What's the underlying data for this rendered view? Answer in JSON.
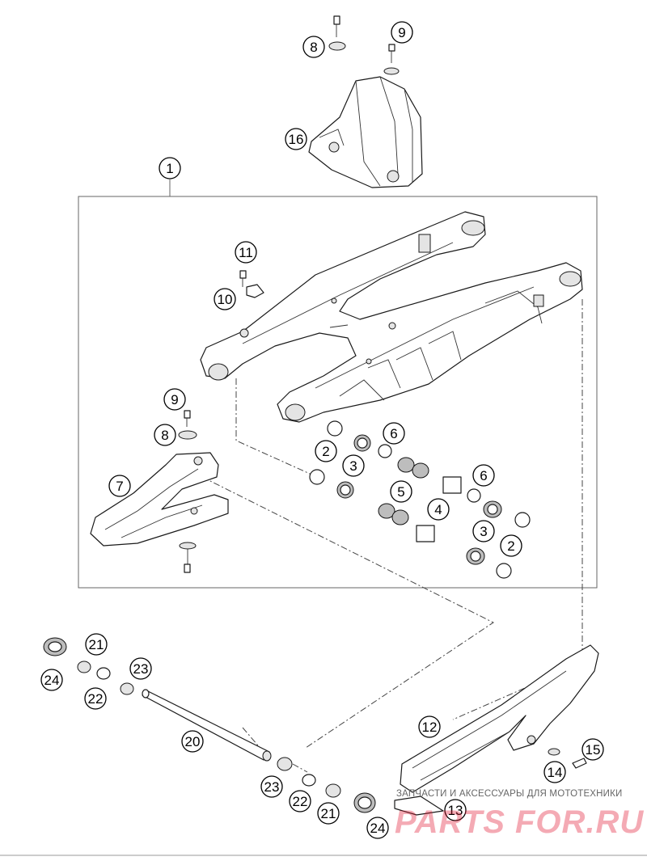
{
  "callouts": {
    "c1": "1",
    "c2a": "2",
    "c2b": "2",
    "c3a": "3",
    "c3b": "3",
    "c4": "4",
    "c5": "5",
    "c6a": "6",
    "c6b": "6",
    "c7": "7",
    "c8a": "8",
    "c8b": "8",
    "c9a": "9",
    "c9b": "9",
    "c10": "10",
    "c11": "11",
    "c12": "12",
    "c13": "13",
    "c14": "14",
    "c15": "15",
    "c16": "16",
    "c20": "20",
    "c21a": "21",
    "c21b": "21",
    "c22a": "22",
    "c22b": "22",
    "c23a": "23",
    "c23b": "23",
    "c24a": "24",
    "c24b": "24"
  },
  "watermark": {
    "tagline": "ЗАПЧАСТИ И АКСЕССУАРЫ ДЛЯ МОТОТЕХНИКИ",
    "brand": "PARTS FOR.RU"
  },
  "colors": {
    "line": "#1a1a1a",
    "watermark_red": "#e0102a"
  }
}
